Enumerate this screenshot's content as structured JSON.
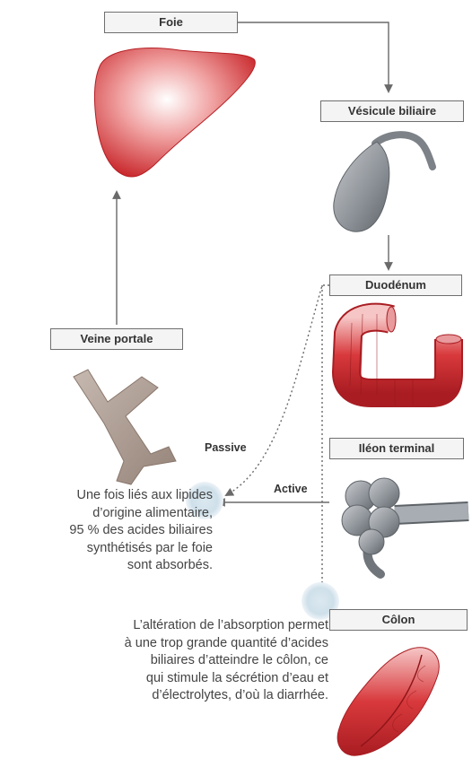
{
  "organs": {
    "foie": "Foie",
    "vesicule": "Vésicule biliaire",
    "duodenum": "Duodénum",
    "veine": "Veine portale",
    "ileon": "Iléon terminal",
    "colon": "Côlon"
  },
  "transport": {
    "passive": "Passive",
    "active": "Active"
  },
  "text_absorption": [
    "Une fois liés aux lipides",
    "d’origine alimentaire,",
    "95 % des acides biliaires",
    "synthétisés par le foie",
    "sont absorbés."
  ],
  "text_alteration": [
    "L’altération de l’absorption permet",
    "à une trop grande quantité d’acides",
    "biliaires d’atteindre le côlon, ce",
    "qui stimule la sécrétion d’eau et",
    "d’électrolytes, d’où la diarrhée."
  ],
  "colors": {
    "organ_red": "#c8262a",
    "vein_brown": "#a8988e",
    "gallbladder_grey": "#7d8288",
    "ileum_grey": "#8d9499",
    "box_border": "#6f6f6f",
    "arrow": "#6a6a6a",
    "halo": "#cfe0ea"
  }
}
